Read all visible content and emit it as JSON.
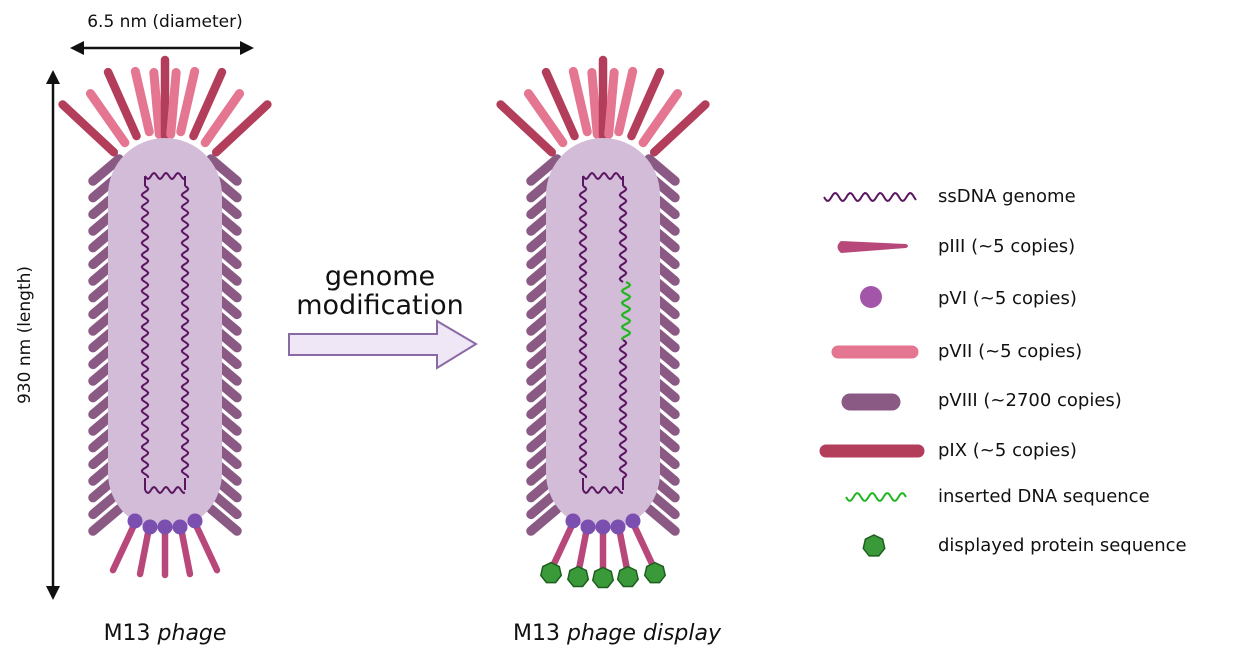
{
  "diagram": {
    "diameter_label": "6.5 nm (diameter)",
    "length_label": "930 nm (length)",
    "arrow_label_line1": "genome",
    "arrow_label_line2": "modification",
    "left_caption_main": "M13 ",
    "left_caption_italic": "phage",
    "right_caption_main": "M13 ",
    "right_caption_italic": "phage display"
  },
  "legend": {
    "items": [
      {
        "key": "ssdna",
        "label": "ssDNA genome"
      },
      {
        "key": "piii",
        "label": "pIII (~5 copies)"
      },
      {
        "key": "pvi",
        "label": "pVI (~5 copies)"
      },
      {
        "key": "pvii",
        "label": "pVII (~5 copies)"
      },
      {
        "key": "pviii",
        "label": "pVIII (~2700 copies)"
      },
      {
        "key": "pix",
        "label": "pIX (~5 copies)"
      },
      {
        "key": "insert",
        "label": "inserted DNA sequence"
      },
      {
        "key": "display",
        "label": "displayed protein sequence"
      }
    ]
  },
  "colors": {
    "body": "#d3bcd8",
    "ssdna": "#5a1660",
    "piii": "#b8477a",
    "pvi": "#a355aa",
    "pvi_knob": "#7b4fb0",
    "pvii": "#e47691",
    "pviii": "#8a5a85",
    "pix": "#b23e5b",
    "insert": "#22b522",
    "display": "#3a9a3a",
    "display_stroke": "#1e5e1e",
    "arrow_fill": "#efe6f6",
    "arrow_stroke": "#8a6aa5"
  }
}
